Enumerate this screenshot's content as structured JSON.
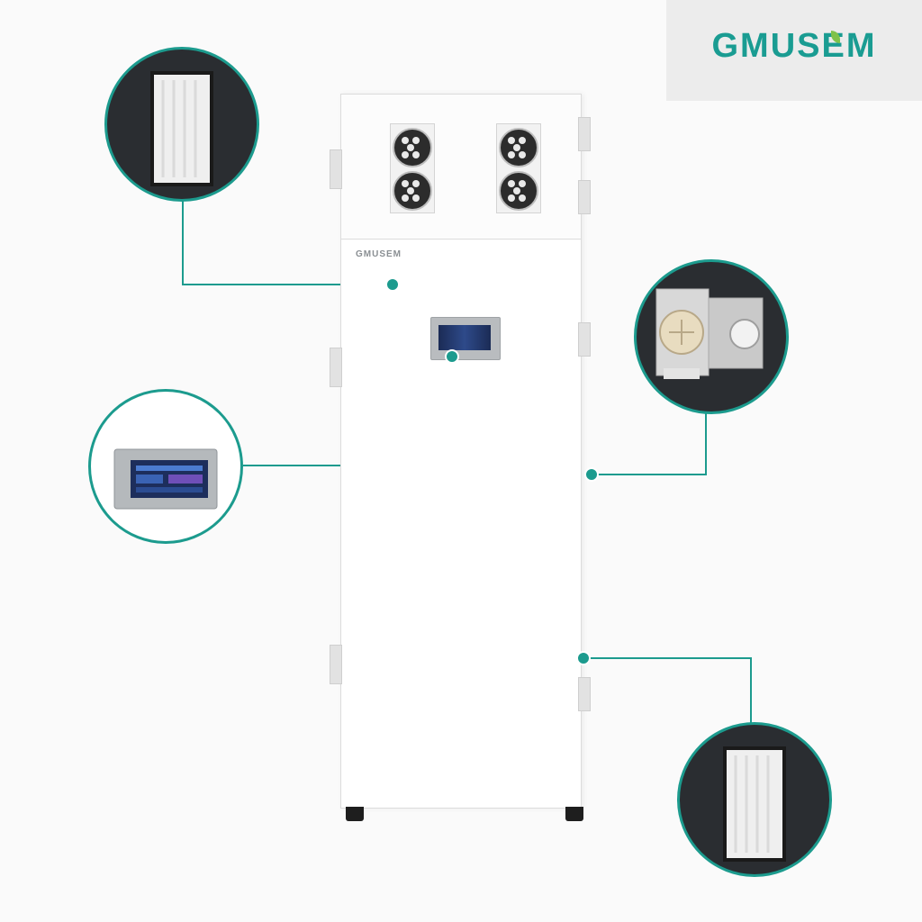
{
  "brand": {
    "logo_text": "GMUSEM",
    "cabinet_logo_text": "GMUSEM"
  },
  "colors": {
    "accent": "#1c9b8e",
    "brand": "#1a9c92",
    "background": "#fafafa",
    "callout_bg_dark": "#2a2d31",
    "callout_bg_light": "#ffffff"
  },
  "callouts": [
    {
      "name": "filter-top-callout",
      "icon": "air-filter-icon"
    },
    {
      "name": "control-panel-callout",
      "icon": "touch-panel-icon"
    },
    {
      "name": "fan-motor-callout",
      "icon": "centrifugal-fan-icon"
    },
    {
      "name": "filter-bottom-callout",
      "icon": "air-filter-icon"
    }
  ]
}
